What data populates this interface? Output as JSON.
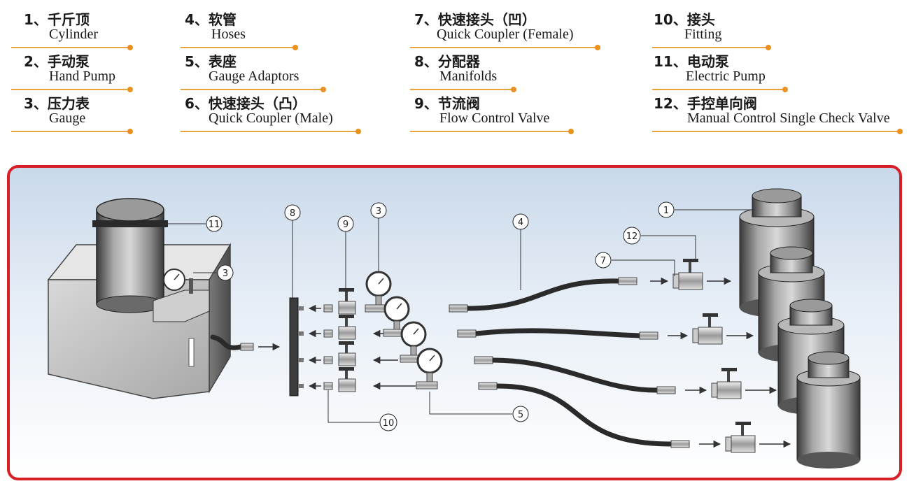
{
  "legend": [
    {
      "num": "1、",
      "cn": "千斤顶",
      "en": "Cylinder"
    },
    {
      "num": "2、",
      "cn": "手动泵",
      "en": "Hand Pump"
    },
    {
      "num": "3、",
      "cn": "压力表",
      "en": "Gauge"
    },
    {
      "num": "4、",
      "cn": "软管",
      "en": "Hoses"
    },
    {
      "num": "5、",
      "cn": "表座",
      "en": "Gauge Adaptors"
    },
    {
      "num": "6、",
      "cn": "快速接头（凸）",
      "en": "Quick Coupler (Male)"
    },
    {
      "num": "7、",
      "cn": "快速接头（凹）",
      "en": "Quick Coupler (Female)"
    },
    {
      "num": "8、",
      "cn": "分配器",
      "en": "Manifolds"
    },
    {
      "num": "9、",
      "cn": "节流阀",
      "en": "Flow Control Valve"
    },
    {
      "num": "10、",
      "cn": "接头",
      "en": "Fitting"
    },
    {
      "num": "11、",
      "cn": "电动泵",
      "en": "Electric Pump"
    },
    {
      "num": "12、",
      "cn": "手控单向阀",
      "en": "Manual Control Single Check Valve"
    }
  ],
  "callouts": {
    "c1": "1",
    "c3a": "3",
    "c3b": "3",
    "c4": "4",
    "c5": "5",
    "c7": "7",
    "c8": "8",
    "c9": "9",
    "c10": "10",
    "c11": "11",
    "c12": "12"
  },
  "colors": {
    "frame": "#d71f26",
    "legend_line": "#e8a23a",
    "legend_dot": "#e8931e",
    "hose": "#2a2a2a"
  }
}
